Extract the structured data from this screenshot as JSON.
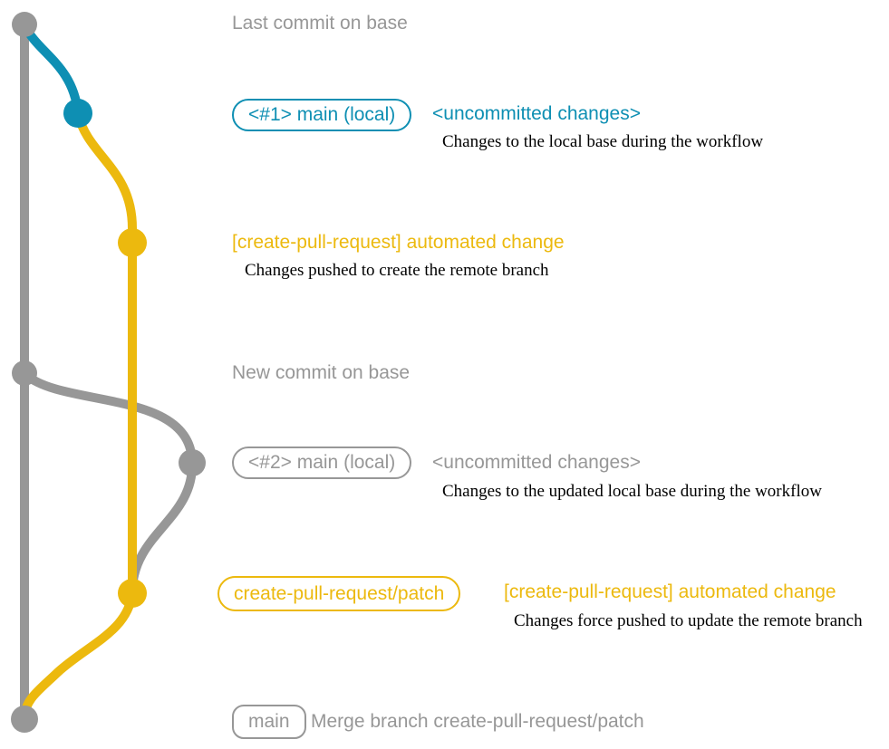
{
  "colors": {
    "base": "#979797",
    "local": "#0e8fb3",
    "branch": "#ecb90e",
    "note": "#000000",
    "background": "#ffffff"
  },
  "graph": {
    "branches": [
      {
        "name": "base",
        "color_key": "base"
      },
      {
        "name": "main (local)",
        "color_key": "local"
      },
      {
        "name": "create-pull-request/patch",
        "color_key": "branch"
      }
    ],
    "commit_dots": [
      {
        "id": "last-commit-on-base",
        "branch": "base"
      },
      {
        "id": "uncommitted-changes-1",
        "branch": "main (local)"
      },
      {
        "id": "automated-change-1",
        "branch": "create-pull-request/patch"
      },
      {
        "id": "new-commit-on-base",
        "branch": "base"
      },
      {
        "id": "uncommitted-changes-2",
        "branch": "main (local)"
      },
      {
        "id": "automated-change-2",
        "branch": "create-pull-request/patch"
      },
      {
        "id": "merge-commit",
        "branch": "base"
      }
    ]
  },
  "annotations": {
    "last_commit": {
      "title": "Last commit on base"
    },
    "local1": {
      "badge": "<#1> main (local)",
      "message": "<uncommitted changes>",
      "note": "Changes to the local base during the workflow"
    },
    "patch1": {
      "message": "[create-pull-request] automated change",
      "note": "Changes pushed to create the remote branch"
    },
    "new_commit": {
      "title": "New commit on base"
    },
    "local2": {
      "badge": "<#2> main (local)",
      "message": "<uncommitted changes>",
      "note": "Changes to the updated local base during the workflow"
    },
    "patch2": {
      "badge": "create-pull-request/patch",
      "message": "[create-pull-request] automated change",
      "note": "Changes force pushed to update the remote branch"
    },
    "merge": {
      "badge": "main",
      "message": "Merge branch create-pull-request/patch"
    }
  }
}
